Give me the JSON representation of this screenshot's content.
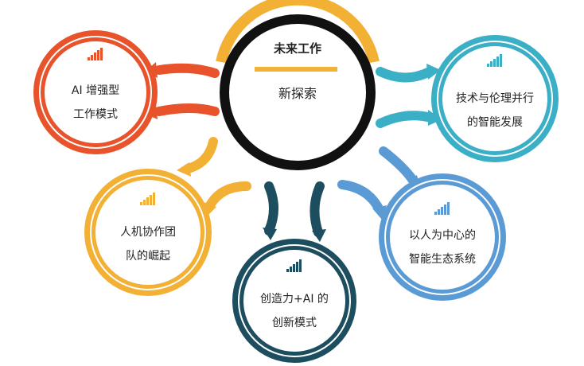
{
  "center": {
    "title": "未来工作",
    "subtitle": "新探索",
    "accent_color": "#F2B134",
    "ring_color": "#111111"
  },
  "nodes": [
    {
      "id": "ai-enhanced",
      "line1": "AI 增强型",
      "line2": "工作模式",
      "color": "#E8532C",
      "icon": "signal-bars-icon"
    },
    {
      "id": "tech-ethics",
      "line1": "技术与伦理并行",
      "line2": "的智能发展",
      "color": "#3BAFC6",
      "icon": "signal-bars-icon"
    },
    {
      "id": "human-centric",
      "line1": "以人为中心的",
      "line2": "智能生态系统",
      "color": "#5B9BD5",
      "icon": "signal-bars-icon"
    },
    {
      "id": "creativity-ai",
      "line1": "创造力+AI 的",
      "line2": "创新模式",
      "color": "#1D4E5F",
      "icon": "signal-bars-icon"
    },
    {
      "id": "human-machine",
      "line1": "人机协作团",
      "line2": "队的崛起",
      "color": "#F2B134",
      "icon": "signal-bars-icon"
    }
  ]
}
